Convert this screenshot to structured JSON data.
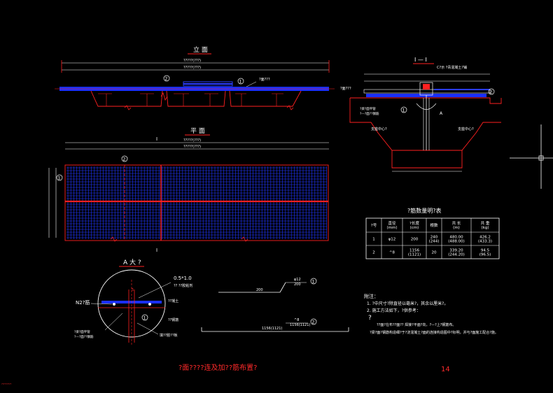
{
  "views": {
    "elevation_title": "立 面",
    "plan_title": "平 面",
    "section_title": "I — I",
    "detail_title": "A 大 ?",
    "section_note": "C?示 ?青混凝土?铺"
  },
  "elevation": {
    "dim_top1": "?????(???)",
    "dim_top2": "?????(???)",
    "callout_1": "1",
    "callout_2": "2",
    "label_bar": "?面???"
  },
  "plan": {
    "dim_top1": "?????(???)",
    "dim_top2": "?????(???)",
    "callout_1": "1",
    "callout_2": "2",
    "marker_top": "I",
    "marker_bottom": "I"
  },
  "section": {
    "left_label": "?面???",
    "callout_2": "2",
    "callout_1": "1",
    "label_a": "A",
    "label_pipe1": "?梁?面平管",
    "label_pipe2": "?—?面??钢筋",
    "label_center_l": "支座中心?",
    "label_center_r": "支座中心?"
  },
  "detail": {
    "label_05": "0.5*1.0",
    "label_sub": "??  ??胶粘剂",
    "label_n2": "N2?筋",
    "label_conc": "??凝土",
    "label_rebar": "??钢筋",
    "label_l1": "?梁?面平管",
    "label_l2": "?—?面??钢筋",
    "label_b1": "填??胶??板",
    "callout_1": "1",
    "dim_small": "5"
  },
  "bars": {
    "bar1_len": "200",
    "bar1_spec1": "φ12",
    "bar1_spec2": "200",
    "bar1_callout": "1",
    "bar2_len": "1156(1121)",
    "bar2_spec1": "^8",
    "bar2_spec2": "1156(1121)",
    "bar2_callout": "2"
  },
  "table": {
    "title": "?筋数量明?表",
    "headers": [
      "?号",
      "直径\n(mm)",
      "?长度\n(cm)",
      "根数",
      "共 长\n(m)",
      "共 重\n(kg)"
    ],
    "rows": [
      [
        "1",
        "φ12",
        "200",
        "240\n(244)",
        "480.00\n(488.00)",
        "426.2\n(433.3)"
      ],
      [
        "2",
        "^8",
        "1156\n(1121)",
        "20",
        "339.20\n(244.20)",
        "94.5\n(96.5)"
      ]
    ]
  },
  "notes": {
    "heading": "附注：",
    "lines": [
      "1. ?中尺寸?除直径以毫米?，其余以厘米?。",
      "2. 施工方法如下，?供参考：",
      "??面?在布??面?? 焊接?平面?向，?—?上?钢筋布。",
      "?梁?面?钢筋构造细?于?浇混凝土?面的连接构造图中?标明，并与?面施工配合?施。"
    ],
    "mark": "?"
  },
  "footer": {
    "title": "?面????连及加??筋布置?",
    "page_number": "14",
    "tiny_left": "?????????"
  }
}
